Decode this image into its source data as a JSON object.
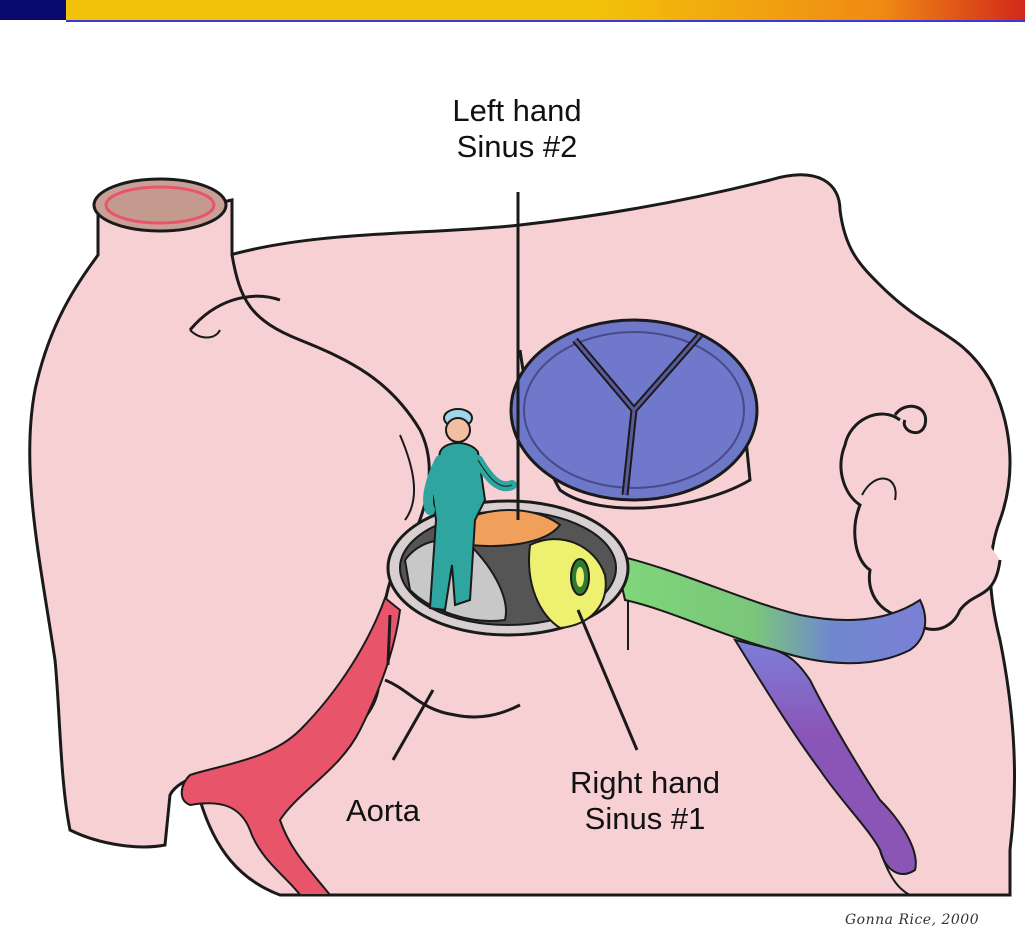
{
  "labels": {
    "left_hand": {
      "line1": "Left hand",
      "line2": "Sinus #2"
    },
    "right_hand": {
      "line1": "Right hand",
      "line2": "Sinus #1"
    },
    "aorta": "Aorta"
  },
  "signature": "Gonna Rice, 2000",
  "colors": {
    "tissue": "#f7d0d4",
    "outline": "#1a1a1a",
    "valve": "#6e78c8",
    "artery_red": "#e8556a",
    "sinus_yellow": "#eef070",
    "vessel_green": "#7bd07a",
    "vessel_purple": "#8c55b5",
    "scrubs": "#2fa5a0"
  }
}
